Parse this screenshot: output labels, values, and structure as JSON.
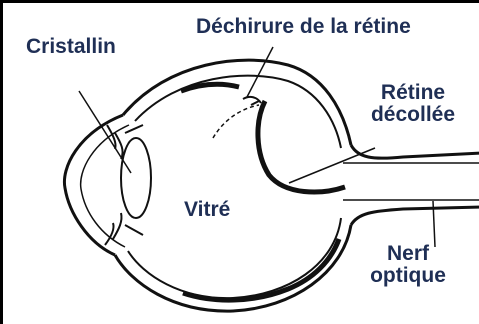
{
  "labels": {
    "lens": "Cristallin",
    "retinal_tear": "Déchirure de la rétine",
    "detached_retina_line1": "Rétine",
    "detached_retina_line2": "décollée",
    "vitreous": "Vitré",
    "optic_nerve_line1": "Nerf",
    "optic_nerve_line2": "optique"
  },
  "colors": {
    "label_text": "#1f2f55",
    "outline": "#111111",
    "background": "#ffffff"
  }
}
